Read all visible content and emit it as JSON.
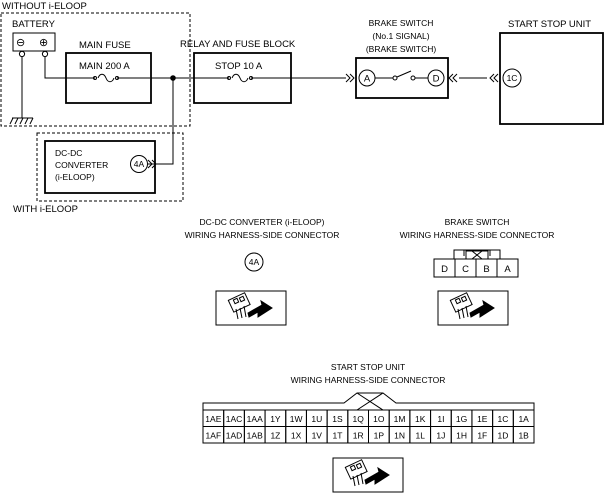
{
  "labels": {
    "without_eloop": "WITHOUT i-ELOOP",
    "with_eloop": "WITH i-ELOOP",
    "battery": "BATTERY",
    "battery_neg": "⊖",
    "battery_pos": "⊕",
    "main_fuse_title": "MAIN FUSE",
    "main_fuse_value": "MAIN 200 A",
    "relay_block_title": "RELAY AND FUSE BLOCK",
    "relay_fuse_value": "STOP 10 A",
    "brake_switch_title": [
      "BRAKE SWITCH",
      "(No.1 SIGNAL)",
      "(BRAKE SWITCH)"
    ],
    "brake_pin_a": "A",
    "brake_pin_d": "D",
    "start_stop_title": "START STOP UNIT",
    "start_stop_pin": "1C",
    "dcdc_lines": [
      "DC-DC",
      "CONVERTER",
      "(i-ELOOP)"
    ],
    "dcdc_pin": "4A"
  },
  "connectors": {
    "dcdc": {
      "title": [
        "DC-DC CONVERTER (i-ELOOP)",
        "WIRING HARNESS-SIDE CONNECTOR"
      ],
      "pin": "4A"
    },
    "brake": {
      "title": [
        "BRAKE SWITCH",
        "WIRING HARNESS-SIDE CONNECTOR"
      ],
      "pins": [
        "D",
        "C",
        "B",
        "A"
      ]
    },
    "start_stop": {
      "title": [
        "START STOP UNIT",
        "WIRING HARNESS-SIDE CONNECTOR"
      ],
      "row1": [
        "1AE",
        "1AC",
        "1AA",
        "1Y",
        "1W",
        "1U",
        "1S",
        "1Q",
        "1O",
        "1M",
        "1K",
        "1I",
        "1G",
        "1E",
        "1C",
        "1A"
      ],
      "row2": [
        "1AF",
        "1AD",
        "1AB",
        "1Z",
        "1X",
        "1V",
        "1T",
        "1R",
        "1P",
        "1N",
        "1L",
        "1J",
        "1H",
        "1F",
        "1D",
        "1B"
      ]
    }
  }
}
